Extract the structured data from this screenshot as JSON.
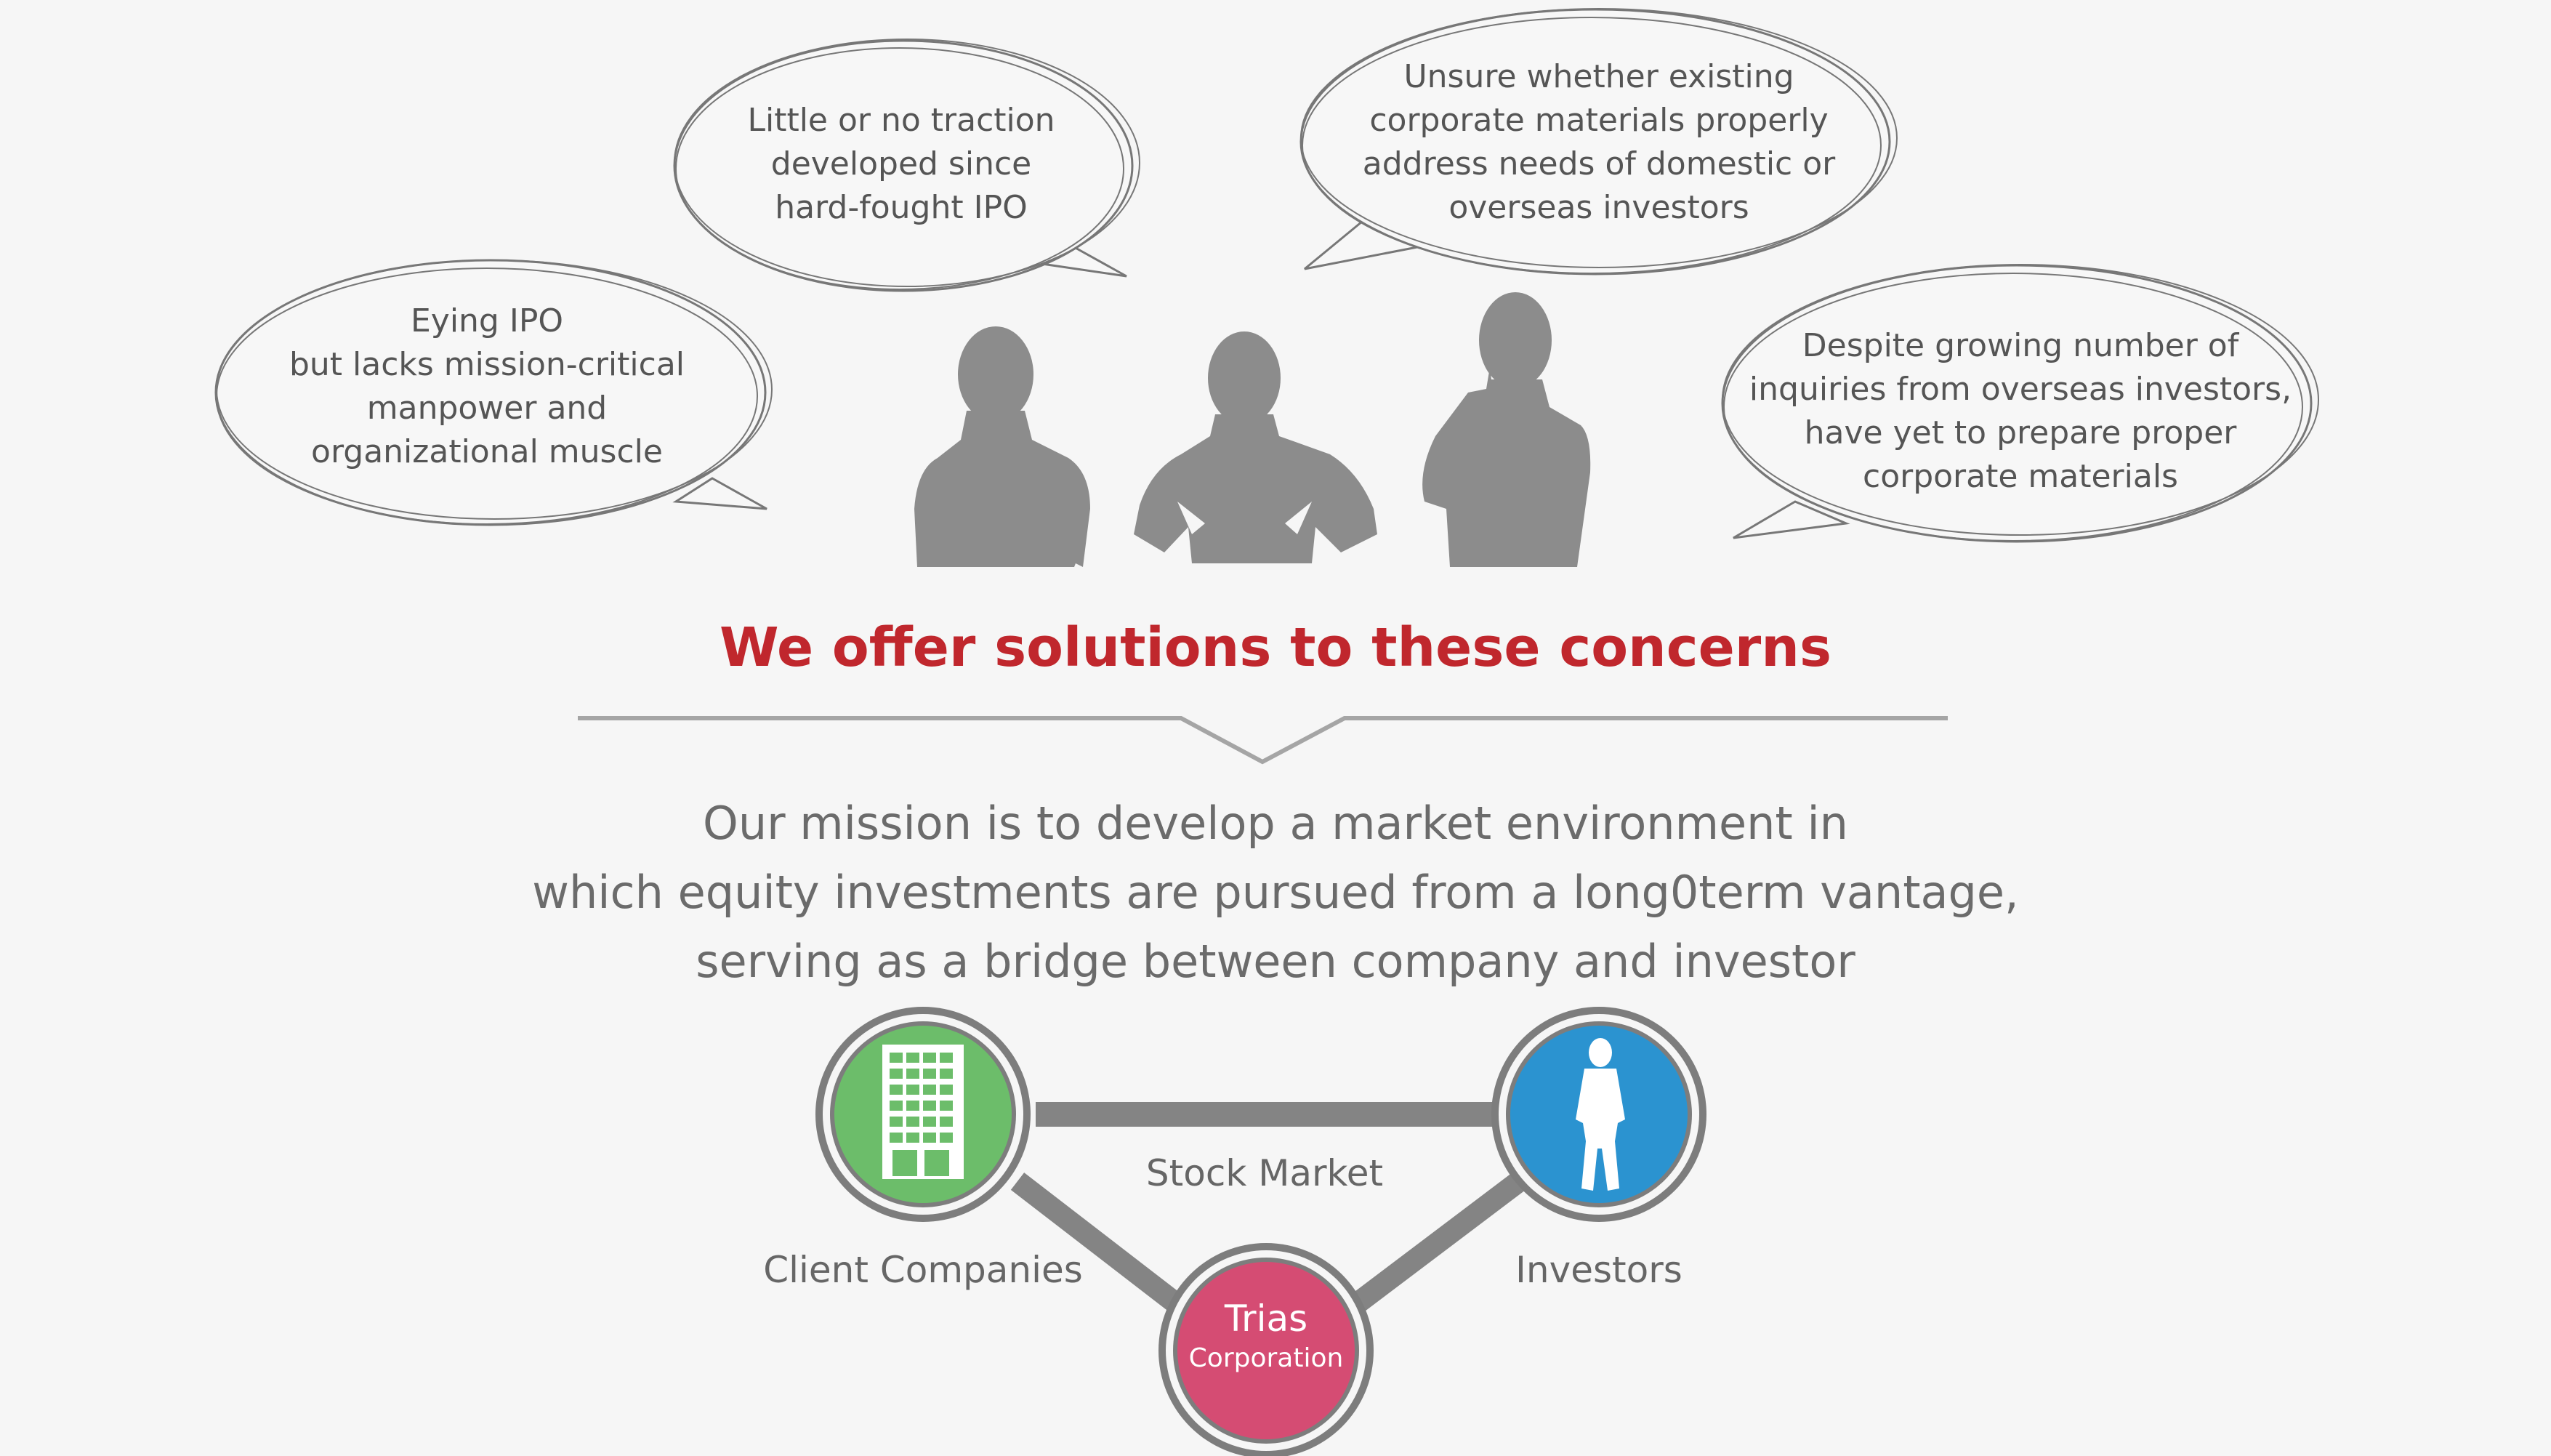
{
  "bubbles": {
    "left": [
      "Eying IPO",
      "but lacks mission-critical",
      "manpower and",
      "organizational muscle"
    ],
    "center_left": [
      "Little or no traction",
      "developed since",
      "hard-fought IPO"
    ],
    "center_right": [
      "Unsure whether existing",
      "corporate materials properly",
      "address needs of domestic or",
      "overseas investors"
    ],
    "right": [
      "Despite growing number of",
      "inquiries from overseas investors,",
      "have yet to prepare proper",
      "corporate materials"
    ]
  },
  "headline": "We offer solutions to these concerns",
  "mission": [
    "Our mission is to develop a market environment in",
    "which equity investments are pursued from a long0term vantage,",
    "serving as a bridge between company and investor"
  ],
  "network": {
    "client_label": "Client Companies",
    "investor_label": "Investors",
    "market_label": "Stock Market",
    "trias_line1": "Trias",
    "trias_line2": "Corporation"
  },
  "colors": {
    "headline": "#c0272d",
    "client": "#6cbd6a",
    "investor": "#2b93d0",
    "trias": "#d54c73",
    "ring": "#7d7d7d",
    "silhouette": "#8c8c8c"
  }
}
